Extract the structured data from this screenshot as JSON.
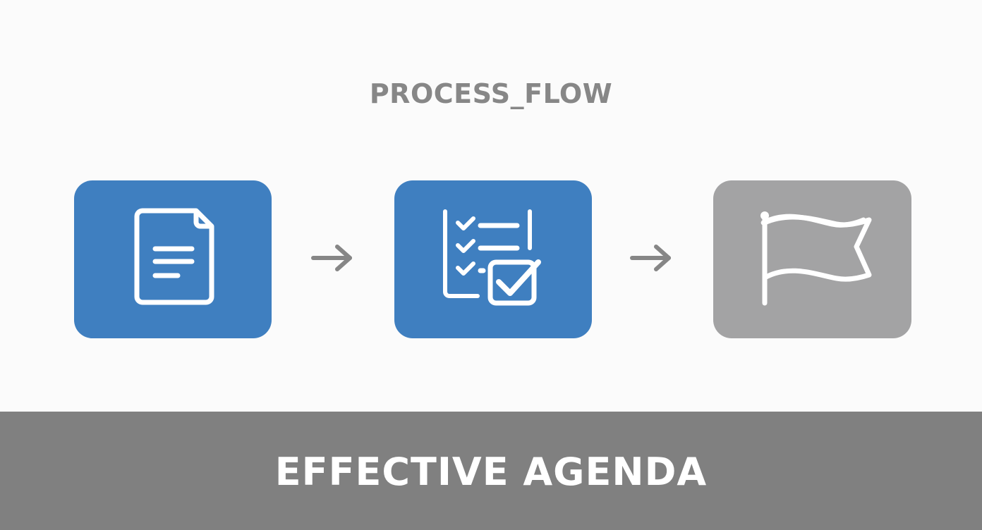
{
  "header": {
    "title": "PROCESS_FLOW"
  },
  "colors": {
    "background": "#fbfbfb",
    "title_text": "#878787",
    "step_active": "#3f7fc0",
    "step_inactive": "#a3a3a4",
    "arrow": "#868686",
    "icon_stroke": "#ffffff",
    "banner_background": "#808080",
    "banner_text": "#ffffff"
  },
  "steps": [
    {
      "icon": "document-icon",
      "state": "active",
      "color": "#3f7fc0"
    },
    {
      "icon": "checklist-icon",
      "state": "active",
      "color": "#3f7fc0"
    },
    {
      "icon": "flag-icon",
      "state": "inactive",
      "color": "#a3a3a4"
    }
  ],
  "connectors": [
    {
      "icon": "arrow-right-icon",
      "from": 0,
      "to": 1
    },
    {
      "icon": "arrow-right-icon",
      "from": 1,
      "to": 2
    }
  ],
  "footer": {
    "banner_text": "EFFECTIVE AGENDA"
  }
}
